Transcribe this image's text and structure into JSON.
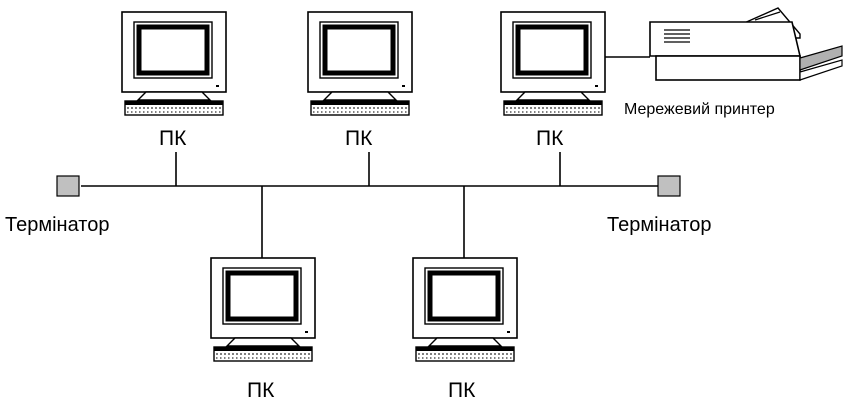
{
  "labels": {
    "pc": "ПК",
    "terminator": "Термінатор",
    "printer": "Мережевий принтер"
  },
  "icons": {
    "computer": "computer-icon",
    "printer": "printer-icon",
    "terminator": "terminator-icon"
  },
  "colors": {
    "terminator_fill": "#c0c0c0",
    "printer_roller": "#b0b0b0",
    "line": "#000000"
  }
}
